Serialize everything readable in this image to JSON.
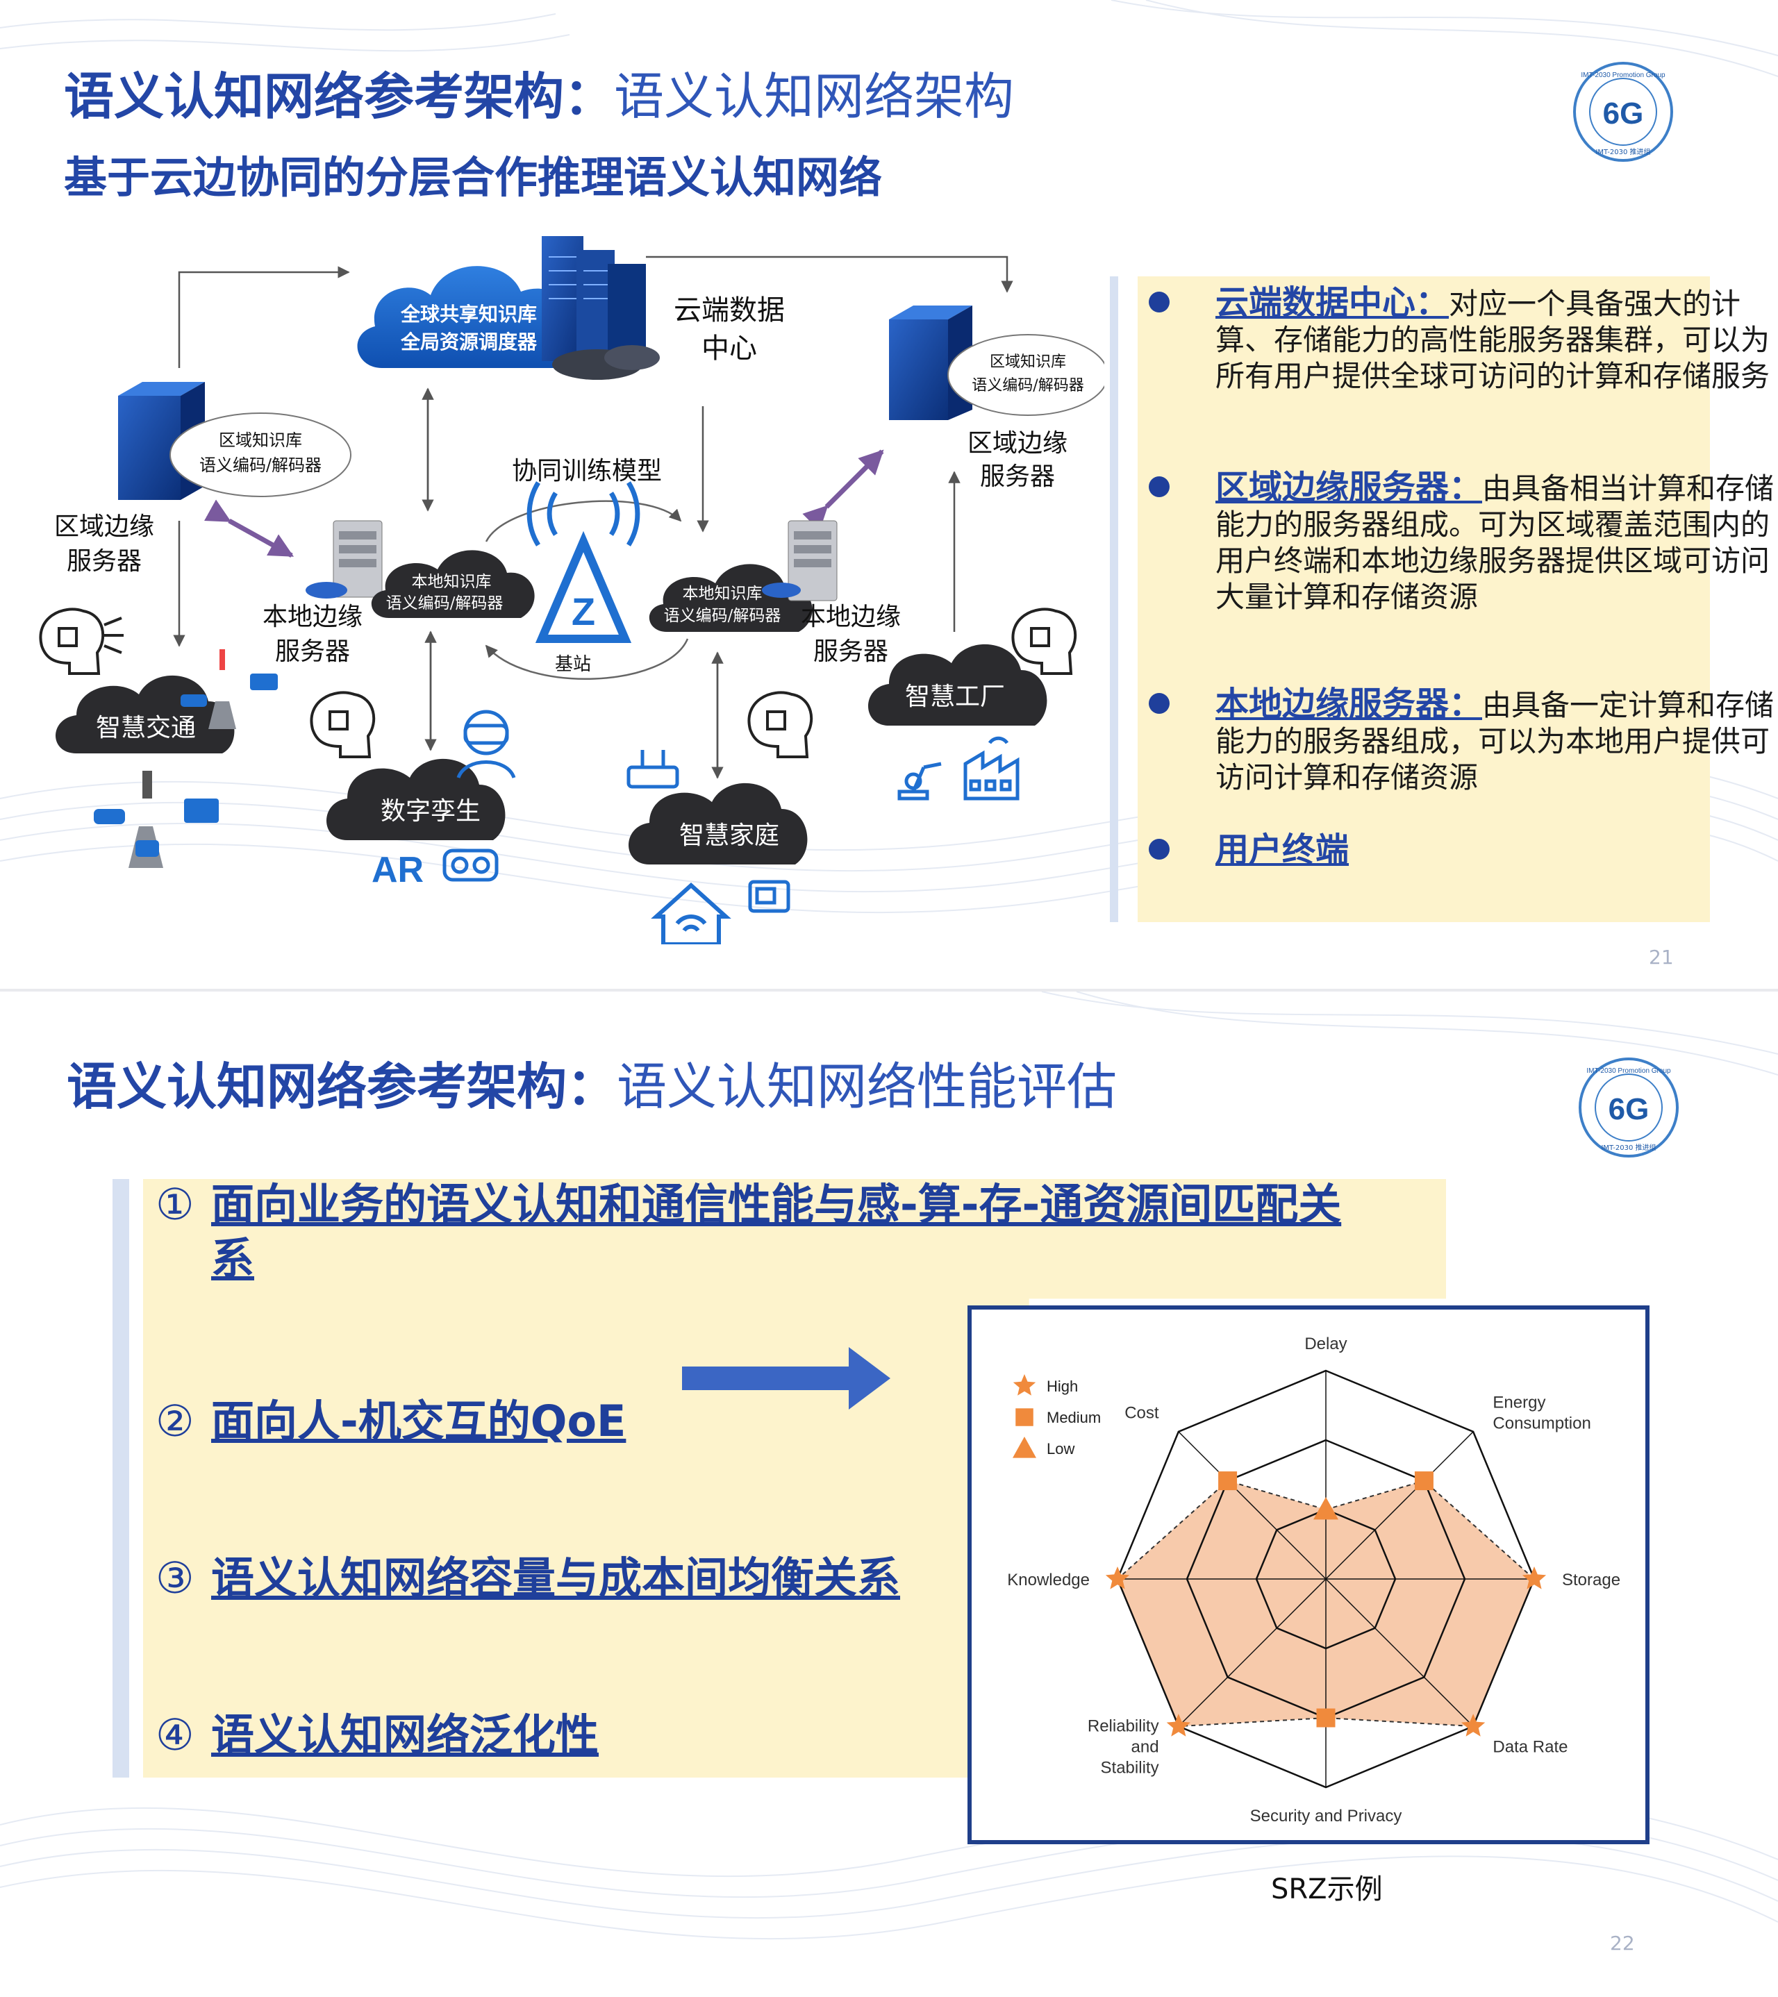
{
  "slide1": {
    "title_main": "语义认知网络参考架构：",
    "title_sub": "语义认知网络架构",
    "subtitle": "基于云边协同的分层合作推理语义认知网络",
    "page_number": "21",
    "logo": {
      "text_main": "6G",
      "ring_top": "IMT-2030 Promotion Group",
      "ring_bottom": "IMT-2030 推进组"
    },
    "diagram": {
      "cloud_center_line1": "全球共享知识库",
      "cloud_center_line2": "全局资源调度器",
      "cloud_dc_label_line1": "云端数据",
      "cloud_dc_label_line2": "中心",
      "regional_left_line1": "区域知识库",
      "regional_left_line2": "语义编码/解码器",
      "regional_left_label_line1": "区域边缘",
      "regional_left_label_line2": "服务器",
      "regional_right_line1": "区域知识库",
      "regional_right_line2": "语义编码/解码器",
      "regional_right_label_line1": "区域边缘",
      "regional_right_label_line2": "服务器",
      "local_left_cloud_line1": "本地知识库",
      "local_left_cloud_line2": "语义编码/解码器",
      "local_left_label_line1": "本地边缘",
      "local_left_label_line2": "服务器",
      "local_right_cloud_line1": "本地知识库",
      "local_right_cloud_line2": "语义编码/解码器",
      "local_right_label_line1": "本地边缘",
      "local_right_label_line2": "服务器",
      "collab_label": "协同训练模型",
      "base_station_label": "基站",
      "scenario_traffic": "智慧交通",
      "scenario_twin": "数字孪生",
      "scenario_home": "智慧家庭",
      "scenario_factory": "智慧工厂",
      "ar_label": "AR"
    },
    "bullets": [
      {
        "term": "云端数据中心：",
        "body": "对应一个具备强大的计算、存储能力的高性能服务器集群，可以为所有用户提供全球可访问的计算和存储服务"
      },
      {
        "term": "区域边缘服务器：",
        "body": "由具备相当计算和存储能力的服务器组成。可为区域覆盖范围内的用户终端和本地边缘服务器提供区域可访问大量计算和存储资源"
      },
      {
        "term": "本地边缘服务器：",
        "body": "由具备一定计算和存储能力的服务器组成，可以为本地用户提供可访问计算和存储资源"
      },
      {
        "term": "用户终端",
        "body": ""
      }
    ]
  },
  "slide2": {
    "title_main": "语义认知网络参考架构：",
    "title_sub": "语义认知网络性能评估",
    "page_number": "22",
    "logo": {
      "text_main": "6G",
      "ring_top": "IMT-2030 Promotion Group",
      "ring_bottom": "IMT-2030 推进组"
    },
    "items": [
      {
        "num": "①",
        "line1": "面向业务的语义认知和通信性能与感-算-存-通资源间匹配关",
        "line2": "系"
      },
      {
        "num": "②",
        "line1": "面向人-机交互的QoE",
        "line2": ""
      },
      {
        "num": "③",
        "line1": "语义认知网络容量与成本间均衡关系",
        "line2": ""
      },
      {
        "num": "④",
        "line1": "语义认知网络泛化性",
        "line2": ""
      }
    ],
    "radar_caption": "SRZ示例",
    "colors": {
      "accent": "#f08a3c",
      "fill": "#f6c4a2",
      "frame": "#1f3f8a",
      "title": "#2346a6"
    }
  },
  "chart_data": {
    "type": "radar",
    "axes": [
      "Delay",
      "Energy Consumption",
      "Storage",
      "Data Rate",
      "Security and Privacy",
      "Reliability and Stability",
      "Knowledge",
      "Cost"
    ],
    "axis_label_lines": [
      [
        "Delay"
      ],
      [
        "Energy",
        "Consumption"
      ],
      [
        "Storage"
      ],
      [
        "Data Rate"
      ],
      [
        "Security and Privacy"
      ],
      [
        "Reliability",
        "and",
        "Stability"
      ],
      [
        "Knowledge"
      ],
      [
        "Cost"
      ]
    ],
    "levels": {
      "Low": 1,
      "Medium": 2,
      "High": 3
    },
    "legend": [
      {
        "name": "High",
        "marker": "star"
      },
      {
        "name": "Medium",
        "marker": "square"
      },
      {
        "name": "Low",
        "marker": "triangle"
      }
    ],
    "legend_position": "top-left",
    "series": [
      {
        "values": [
          1,
          2,
          3,
          3,
          2,
          3,
          3,
          2
        ]
      }
    ],
    "grid": true
  }
}
